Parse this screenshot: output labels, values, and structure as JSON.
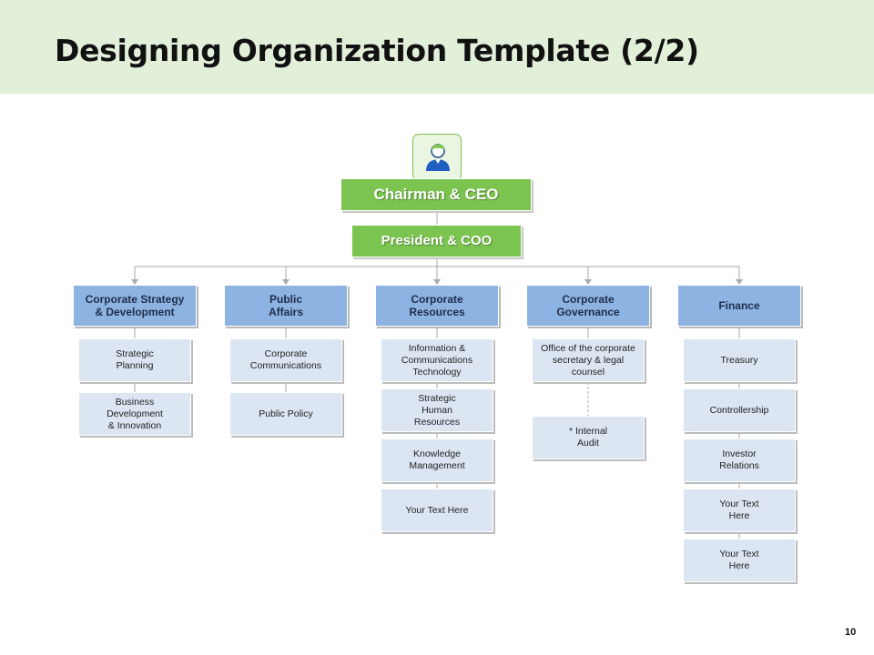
{
  "slide": {
    "title": "Designing Organization Template (2/2)",
    "page_number": "10"
  },
  "top": {
    "ceo": "Chairman & CEO",
    "president": "President & COO"
  },
  "departments": [
    {
      "label": "Corporate Strategy\n& Development",
      "units": [
        "Strategic\nPlanning",
        "Business\nDevelopment\n& Innovation"
      ]
    },
    {
      "label": "Public\nAffairs",
      "units": [
        "Corporate\nCommunications",
        "Public Policy"
      ]
    },
    {
      "label": "Corporate\nResources",
      "units": [
        "Information &\nCommunications\nTechnology",
        "Strategic\nHuman\nResources",
        "Knowledge\nManagement",
        "Your Text Here"
      ]
    },
    {
      "label": "Corporate\nGovernance",
      "units": [
        "Office of the corporate\nsecretary & legal\ncounsel",
        "* Internal\nAudit"
      ]
    },
    {
      "label": "Finance",
      "units": [
        "Treasury",
        "Controllership",
        "Investor\nRelations",
        "Your Text\nHere",
        "Your Text\nHere"
      ]
    }
  ],
  "colors": {
    "header_band": "#e2efd9",
    "executive_box": "#7cc450",
    "department_box": "#8db3e2",
    "unit_box": "#dce6f2",
    "connector": "#aaaaaa"
  },
  "icons": {
    "avatar": "user-icon"
  }
}
